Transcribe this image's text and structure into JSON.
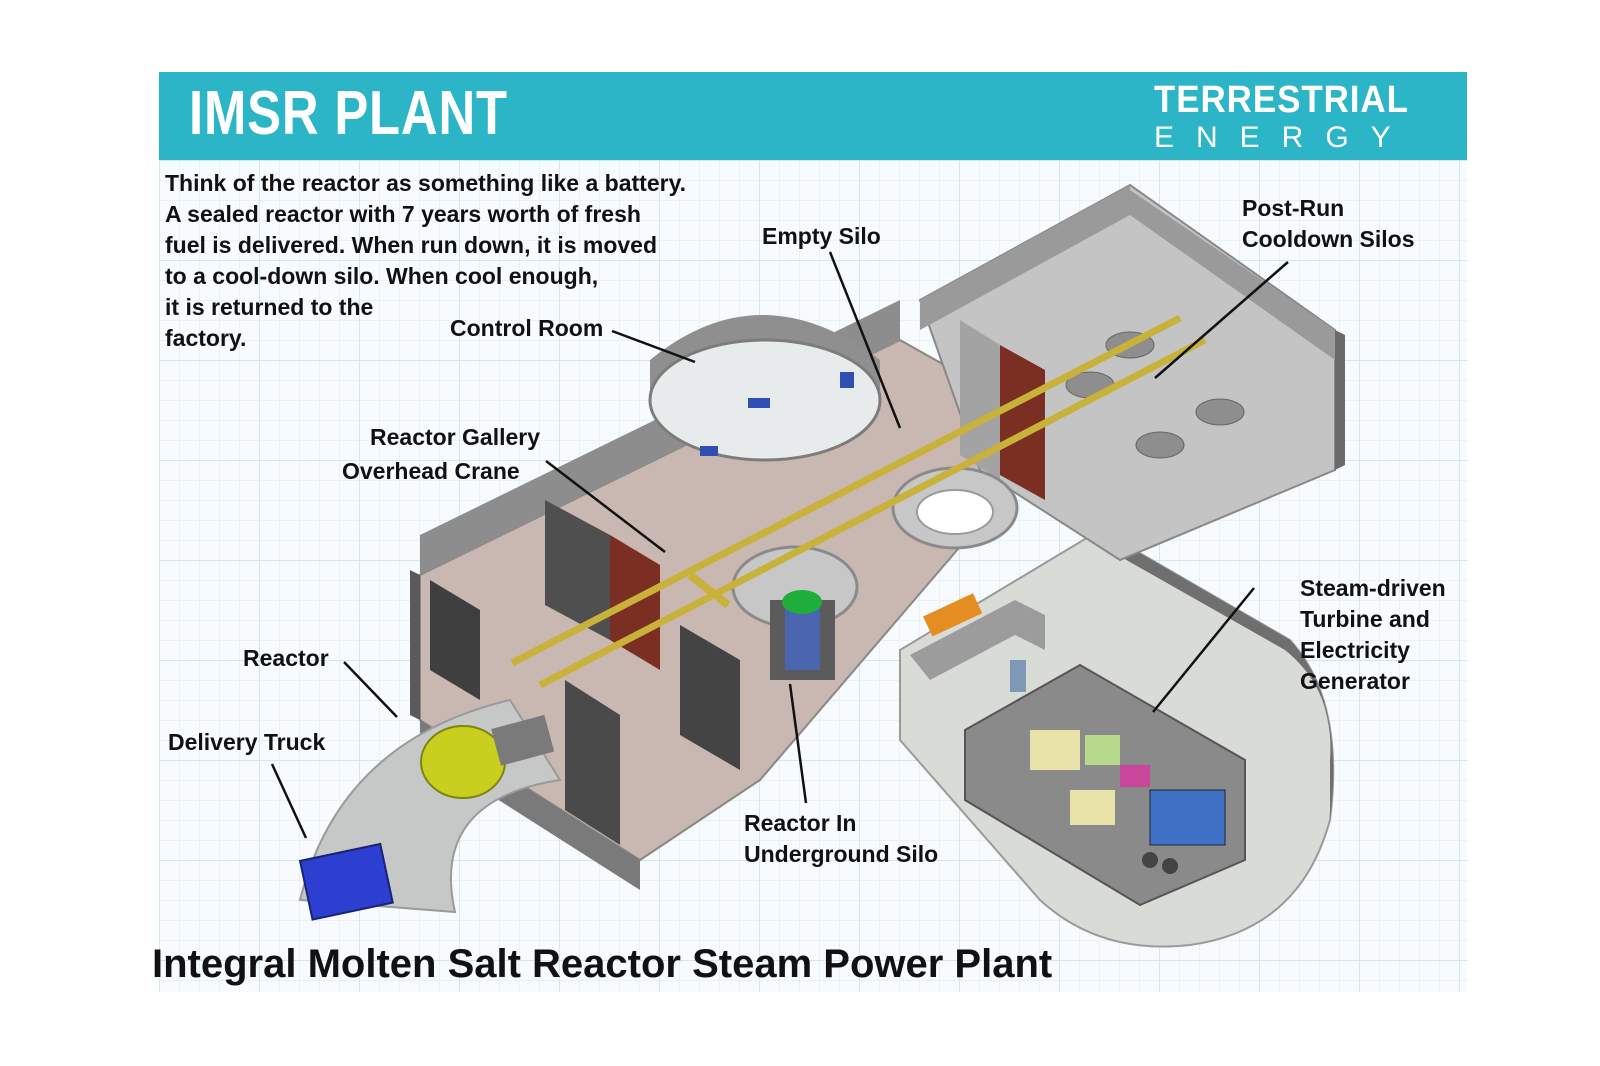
{
  "header": {
    "title": "IMSR PLANT",
    "brand_line1": "TERRESTRIAL",
    "brand_line2": "ENERGY",
    "color": "#2cb5c6"
  },
  "intro_lines": [
    "Think of the reactor as something like a battery.",
    "A sealed reactor with 7 years worth of fresh",
    "fuel is delivered.  When run down, it is moved",
    "to a cool-down silo.  When cool enough,",
    "it is returned to the",
    "factory."
  ],
  "labels": {
    "empty_silo": "Empty Silo",
    "post_run_1": "Post-Run",
    "post_run_2": "Cooldown Silos",
    "control_room": "Control Room",
    "gallery_1": "Reactor Gallery",
    "gallery_2": "Overhead Crane",
    "reactor": "Reactor",
    "delivery_truck": "Delivery Truck",
    "reactor_silo_1": "Reactor In",
    "reactor_silo_2": "Underground Silo",
    "turbine_1": "Steam-driven",
    "turbine_2": "Turbine and",
    "turbine_3": "Electricity",
    "turbine_4": "Generator"
  },
  "caption": "Integral Molten Salt Reactor Steam Power Plant"
}
